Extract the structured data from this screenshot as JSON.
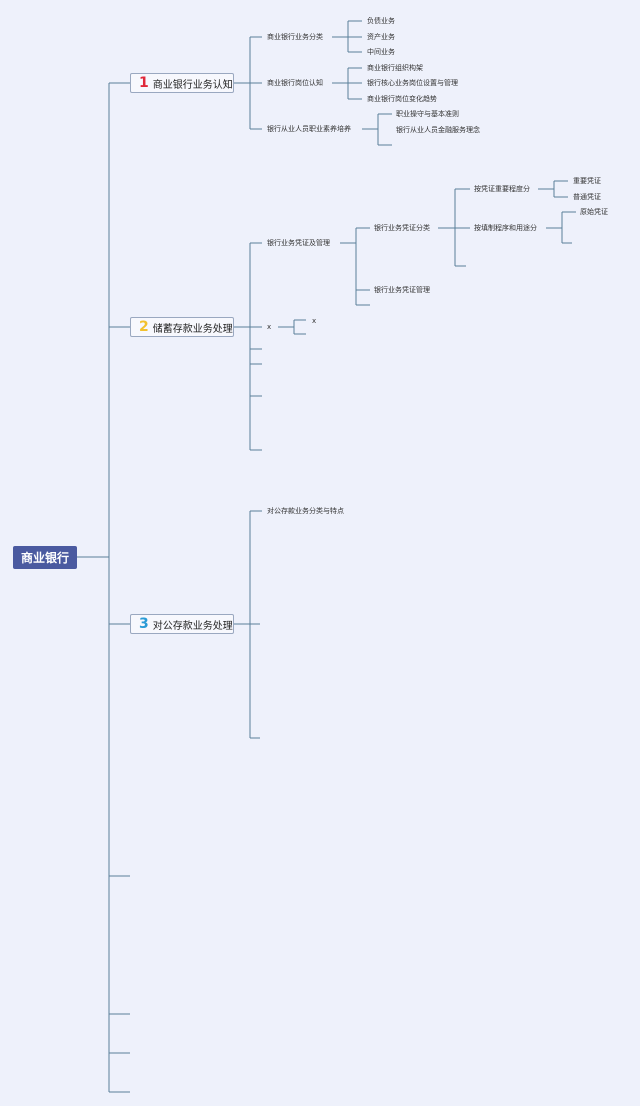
{
  "root": "商业银行",
  "branches": [
    {
      "num": "1",
      "label": "商业银行业务认知"
    },
    {
      "num": "2",
      "label": "储蓄存款业务处理"
    },
    {
      "num": "3",
      "label": "对公存款业务处理"
    }
  ],
  "b1": {
    "classification": "商业银行业务分类",
    "classification_items": [
      "负债业务",
      "资产业务",
      "中间业务"
    ],
    "positions": "商业银行岗位认知",
    "positions_items": [
      "商业银行组织构架",
      "银行核心业务岗位设置与管理",
      "商业银行岗位变化趋势"
    ],
    "literacy": "银行从业人员职业素养培养",
    "literacy_items": [
      "职业操守与基本准则",
      "银行从业人员金融服务理念"
    ]
  },
  "b2": {
    "voucher": "银行业务凭证及管理",
    "voucher_class": "银行业务凭证分类",
    "by_importance": "按凭证重要程度分",
    "importance_items": [
      "重要凭证",
      "普通凭证"
    ],
    "by_procedure": "按填制程序和用途分",
    "procedure_items": [
      "原始凭证"
    ],
    "voucher_mgmt": "银行业务凭证管理",
    "x1": "x",
    "x2": "x"
  },
  "b3": {
    "classification": "对公存款业务分类与特点"
  }
}
